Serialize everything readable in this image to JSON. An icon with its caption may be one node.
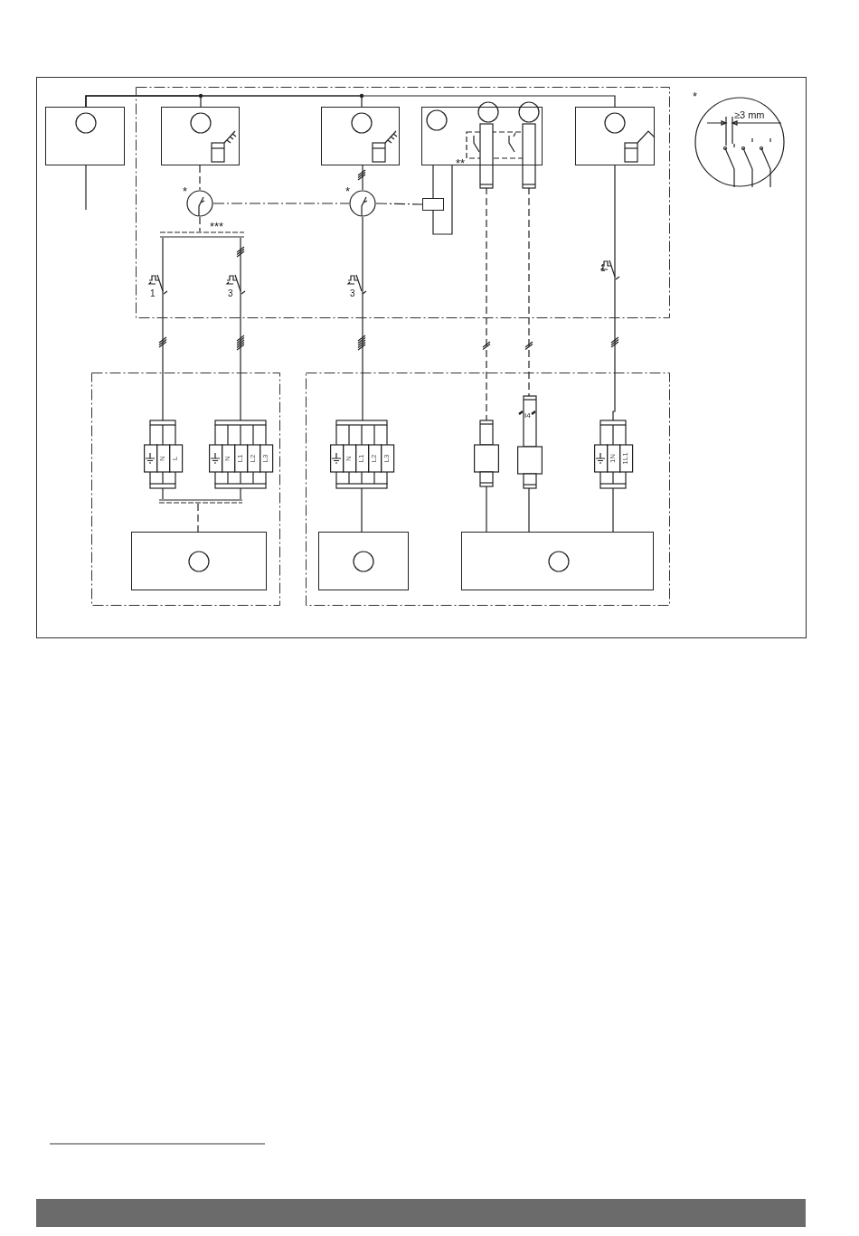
{
  "diagram": {
    "nodes": [
      {
        "text": [],
        "shape": "box"
      },
      {
        "text": [],
        "shape": "box"
      },
      {
        "text": [],
        "shape": "box",
        "in": 0
      },
      {
        "text": [],
        "shape": "box",
        "in": 0
      },
      {
        "text": [],
        "shape": "box",
        "in": 0
      },
      {
        "text": [],
        "shape": "box",
        "in": 0
      },
      {
        "text": [],
        "shape": "circle",
        "in": 0
      },
      {
        "text": [],
        "shape": "circle",
        "in": 0
      },
      {
        "text": [],
        "shape": "box",
        "in": 0
      },
      {
        "text": [],
        "shape": "bar",
        "in": 0
      },
      {
        "text": [
          "≥3 mm"
        ]
      },
      {
        "text": [],
        "shape": "box"
      },
      {
        "text": [],
        "shape": "box"
      },
      {
        "text": [
          "N",
          "L"
        ],
        "in": 11
      },
      {
        "text": [
          "N",
          "L1",
          "L2",
          "L3"
        ],
        "in": 11
      },
      {
        "text": [],
        "shape": "bar",
        "in": 11
      },
      {
        "text": [],
        "shape": "box",
        "in": 11
      },
      {
        "text": [
          "N",
          "L1",
          "L2",
          "L3"
        ],
        "in": 12
      },
      {
        "text": [],
        "shape": "box",
        "in": 12
      },
      {
        "text": [
          "I4"
        ],
        "in": 12
      },
      {
        "text": [
          "1N",
          "1L1"
        ],
        "in": 12
      },
      {
        "text": [],
        "shape": "box",
        "in": 12
      },
      {
        "text": [],
        "shape": "box",
        "in": 12
      }
    ],
    "edges": [
      {
        "from": 1,
        "to": 2,
        "arrow": "none"
      },
      {
        "from": 1,
        "to": 3,
        "arrow": "none"
      },
      {
        "from": 1,
        "to": 5,
        "arrow": "none"
      },
      {
        "from": 1,
        "to": null,
        "arrow": "none"
      },
      {
        "from": 2,
        "to": 6,
        "arrow": "none",
        "style": "dashed"
      },
      {
        "from": 6,
        "to": 9,
        "arrow": "none",
        "style": "dashed"
      },
      {
        "from": 3,
        "to": 7,
        "arrow": "none"
      },
      {
        "from": 7,
        "to": 17,
        "arrow": "none"
      },
      {
        "from": 6,
        "to": 7,
        "arrow": "none",
        "style": "dashed"
      },
      {
        "from": 7,
        "to": 8,
        "arrow": "none",
        "style": "dashed"
      },
      {
        "from": 8,
        "to": 4,
        "arrow": "none"
      },
      {
        "from": 8,
        "to": 4,
        "arrow": "none"
      },
      {
        "from": 9,
        "to": 13,
        "arrow": "none"
      },
      {
        "from": 9,
        "to": 14,
        "arrow": "none"
      },
      {
        "from": 4,
        "to": 18,
        "arrow": "none",
        "style": "dashed"
      },
      {
        "from": 4,
        "to": 19,
        "arrow": "none",
        "style": "dashed"
      },
      {
        "from": 5,
        "to": 20,
        "arrow": "none"
      },
      {
        "from": 13,
        "to": 15,
        "arrow": "none"
      },
      {
        "from": 14,
        "to": 15,
        "arrow": "none"
      },
      {
        "from": 15,
        "to": 16,
        "arrow": "none",
        "style": "dashed"
      },
      {
        "from": 17,
        "to": 21,
        "arrow": "none"
      },
      {
        "from": 18,
        "to": 22,
        "arrow": "none"
      },
      {
        "from": 19,
        "to": 22,
        "arrow": "none"
      },
      {
        "from": 20,
        "to": 22,
        "arrow": "none"
      }
    ],
    "labels": [
      "*",
      "**",
      "*",
      "*",
      "***",
      "1",
      "3",
      "3",
      "1"
    ]
  }
}
